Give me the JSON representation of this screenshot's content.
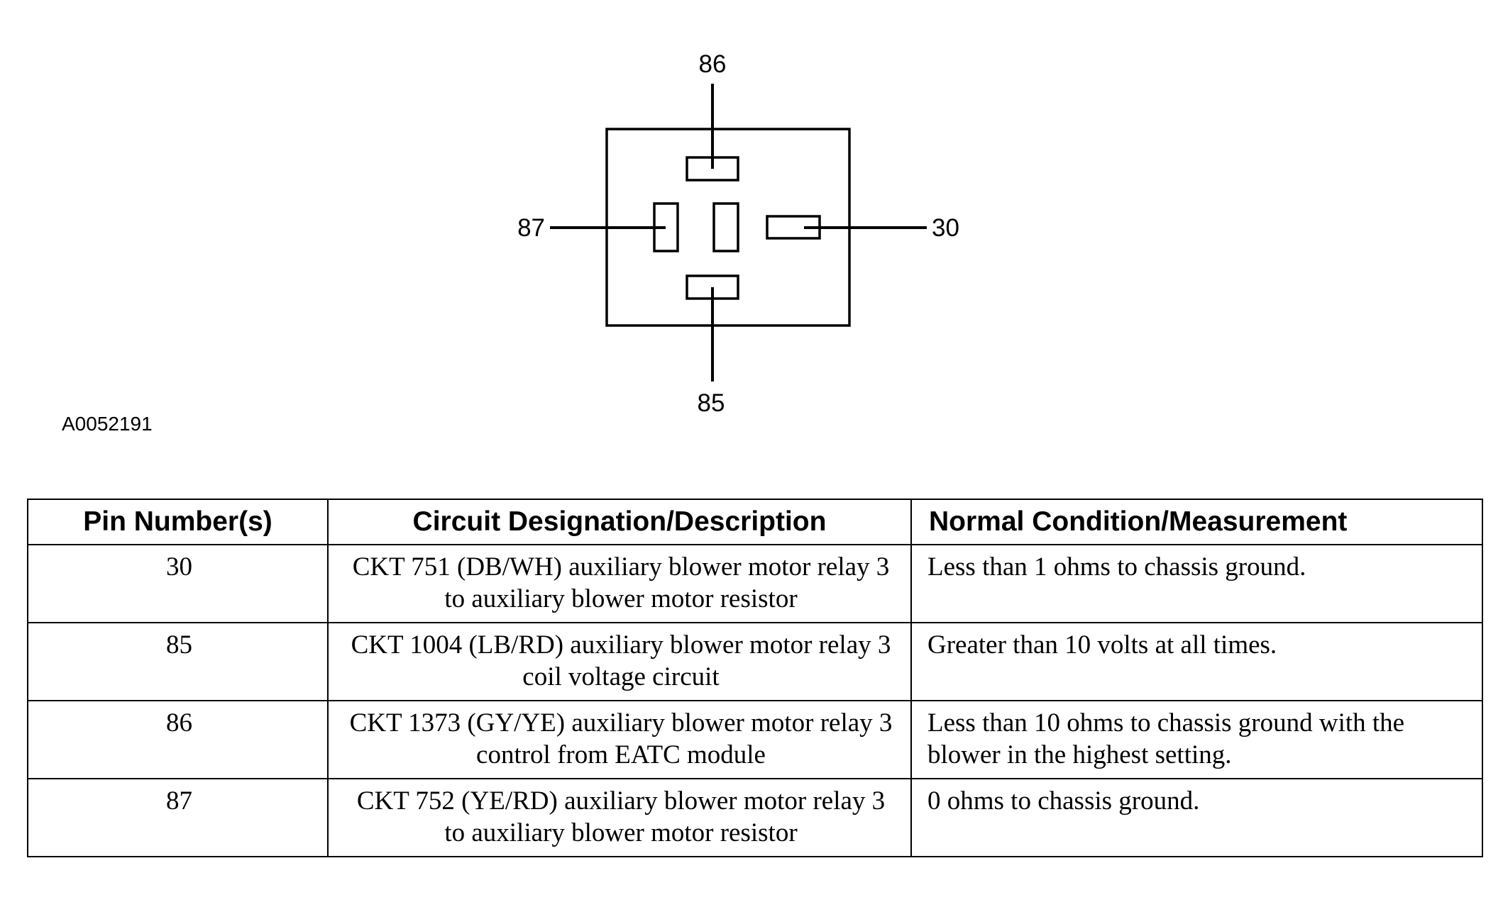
{
  "diagram": {
    "figure_id": "A0052191",
    "pins": {
      "top": "86",
      "left": "87",
      "right": "30",
      "bottom": "85"
    }
  },
  "table": {
    "headers": {
      "pin": "Pin Number(s)",
      "description": "Circuit Designation/Description",
      "condition": "Normal Condition/Measurement"
    },
    "rows": [
      {
        "pin": "30",
        "description": "CKT 751 (DB/WH) auxiliary blower motor relay 3 to auxiliary blower motor resistor",
        "condition": "Less than 1 ohms to chassis ground."
      },
      {
        "pin": "85",
        "description": "CKT 1004 (LB/RD) auxiliary blower motor relay 3 coil voltage circuit",
        "condition": "Greater than 10 volts at all times."
      },
      {
        "pin": "86",
        "description": "CKT 1373 (GY/YE) auxiliary blower motor relay 3 control from EATC module",
        "condition": "Less than 10 ohms to chassis ground with the blower in the highest setting."
      },
      {
        "pin": "87",
        "description": "CKT 752 (YE/RD) auxiliary blower motor relay 3 to auxiliary blower motor resistor",
        "condition": "0 ohms to chassis ground."
      }
    ]
  }
}
